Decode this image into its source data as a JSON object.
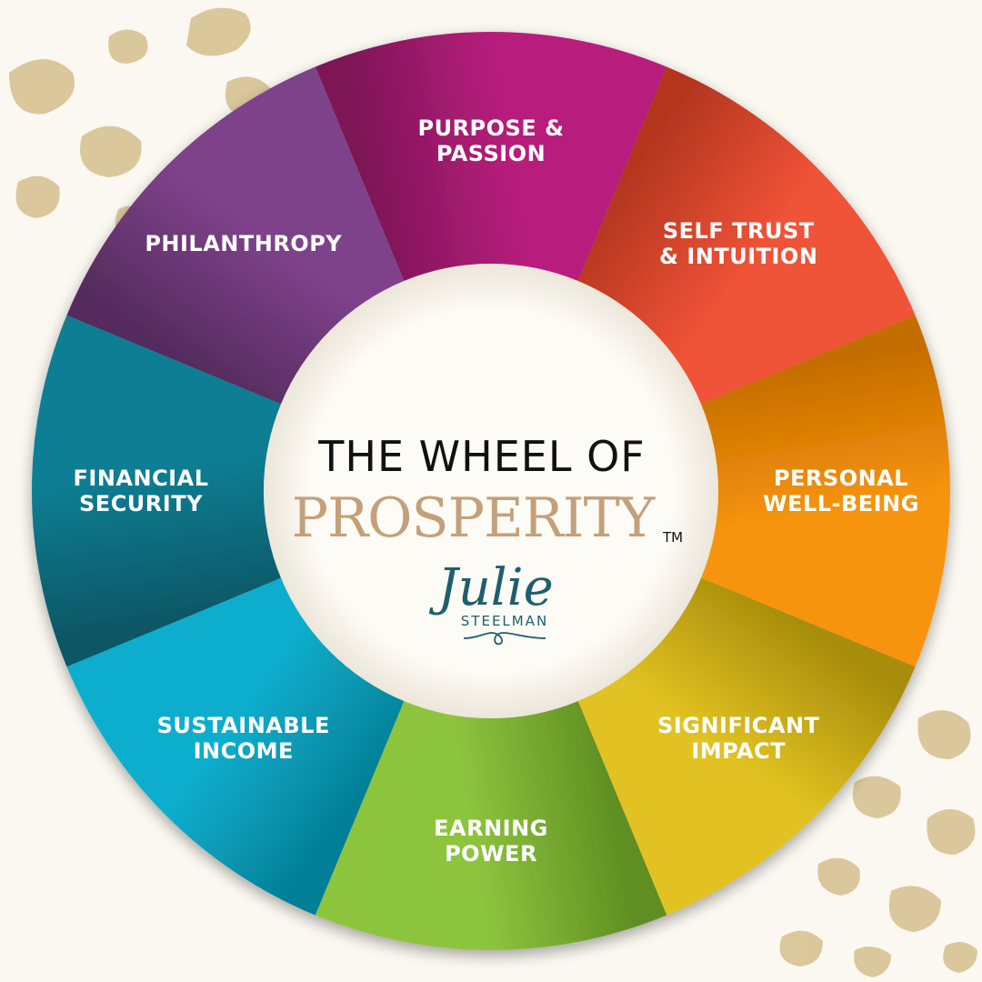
{
  "title": {
    "line1": "THE WHEEL OF",
    "line2": "PROSPERITY",
    "trademark": "TM"
  },
  "brand": {
    "script": "Julie",
    "sub": "STEELMAN"
  },
  "colors": {
    "background": "#fbf8f1",
    "gold": "#c4a07a",
    "brand_teal": "#1f5e6e"
  },
  "segments": [
    {
      "label": [
        "PURPOSE &",
        "PASSION"
      ],
      "color": "#b81f7d",
      "dark": "#7e1457"
    },
    {
      "label": [
        "SELF TRUST",
        "& INTUITION"
      ],
      "color": "#ef5237",
      "dark": "#b3361f"
    },
    {
      "label": [
        "PERSONAL",
        "WELL-BEING"
      ],
      "color": "#f7940c",
      "dark": "#c46d00"
    },
    {
      "label": [
        "SIGNIFICANT",
        "IMPACT"
      ],
      "color": "#e1c221",
      "dark": "#a88d0c"
    },
    {
      "label": [
        "EARNING",
        "POWER"
      ],
      "color": "#8dc43e",
      "dark": "#5f8e22"
    },
    {
      "label": [
        "SUSTAINABLE",
        "INCOME"
      ],
      "color": "#08aecd",
      "dark": "#067f96"
    },
    {
      "label": [
        "FINANCIAL",
        "SECURITY"
      ],
      "color": "#0f7e93",
      "dark": "#085766"
    },
    {
      "label": [
        "PHILANTHROPY"
      ],
      "color": "#7e428a",
      "dark": "#552c5e"
    }
  ]
}
